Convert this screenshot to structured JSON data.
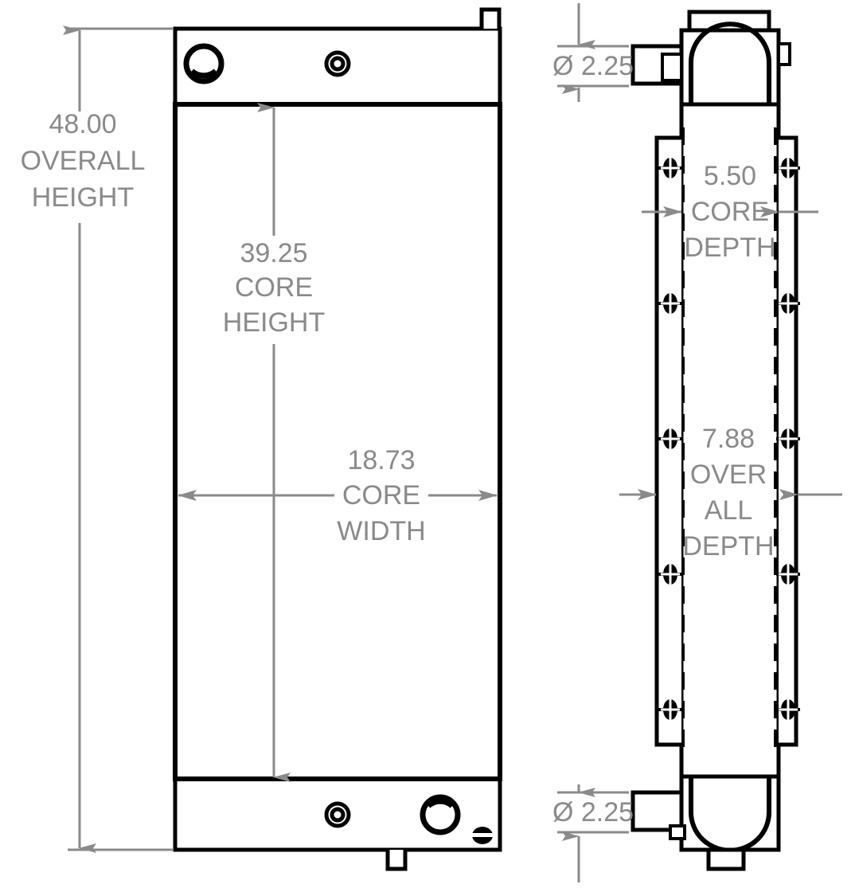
{
  "drawing": {
    "type": "engineering-dimension-drawing",
    "subject": "radiator",
    "views": [
      {
        "name": "front-view",
        "label": "front elevation"
      },
      {
        "name": "side-view",
        "label": "side elevation"
      }
    ],
    "line_colors": {
      "object": "#000000",
      "dimension": "#8a8a8a",
      "hidden": "#000000"
    }
  },
  "dimensions": {
    "overall_height": {
      "value": "48.00",
      "line1": "OVERALL",
      "line2": "HEIGHT",
      "view": "front-view",
      "orientation": "vertical"
    },
    "core_height": {
      "value": "39.25",
      "line1": "CORE",
      "line2": "HEIGHT",
      "view": "front-view",
      "orientation": "vertical"
    },
    "core_width": {
      "value": "18.73",
      "line1": "CORE",
      "line2": "WIDTH",
      "view": "front-view",
      "orientation": "horizontal"
    },
    "core_depth": {
      "value": "5.50",
      "line1": "CORE",
      "line2": "DEPTH",
      "view": "side-view",
      "orientation": "horizontal"
    },
    "overall_depth": {
      "value": "7.88",
      "line1": "OVER",
      "line2": "ALL",
      "line3": "DEPTH",
      "view": "side-view",
      "orientation": "horizontal"
    },
    "inlet_diameter_top": {
      "value": "Ø 2.25",
      "view": "side-view",
      "orientation": "vertical"
    },
    "outlet_diameter_bottom": {
      "value": "Ø 2.25",
      "view": "side-view",
      "orientation": "vertical"
    }
  },
  "features": {
    "front_top_tank": [
      "filler-neck-opening",
      "small-port-opening",
      "mounting-tab"
    ],
    "front_bottom_tank": [
      "small-port-opening",
      "outlet-opening",
      "drain-plug",
      "mounting-tab"
    ],
    "side_top_tank": [
      "inlet-hose-neck",
      "arched-tank-profile",
      "side-tab"
    ],
    "side_bottom_tank": [
      "outlet-hose-neck",
      "drain-plug",
      "arched-tank-profile",
      "mounting-tab"
    ],
    "side_core": [
      "mounting-fasteners",
      "hidden-centerlines"
    ]
  }
}
